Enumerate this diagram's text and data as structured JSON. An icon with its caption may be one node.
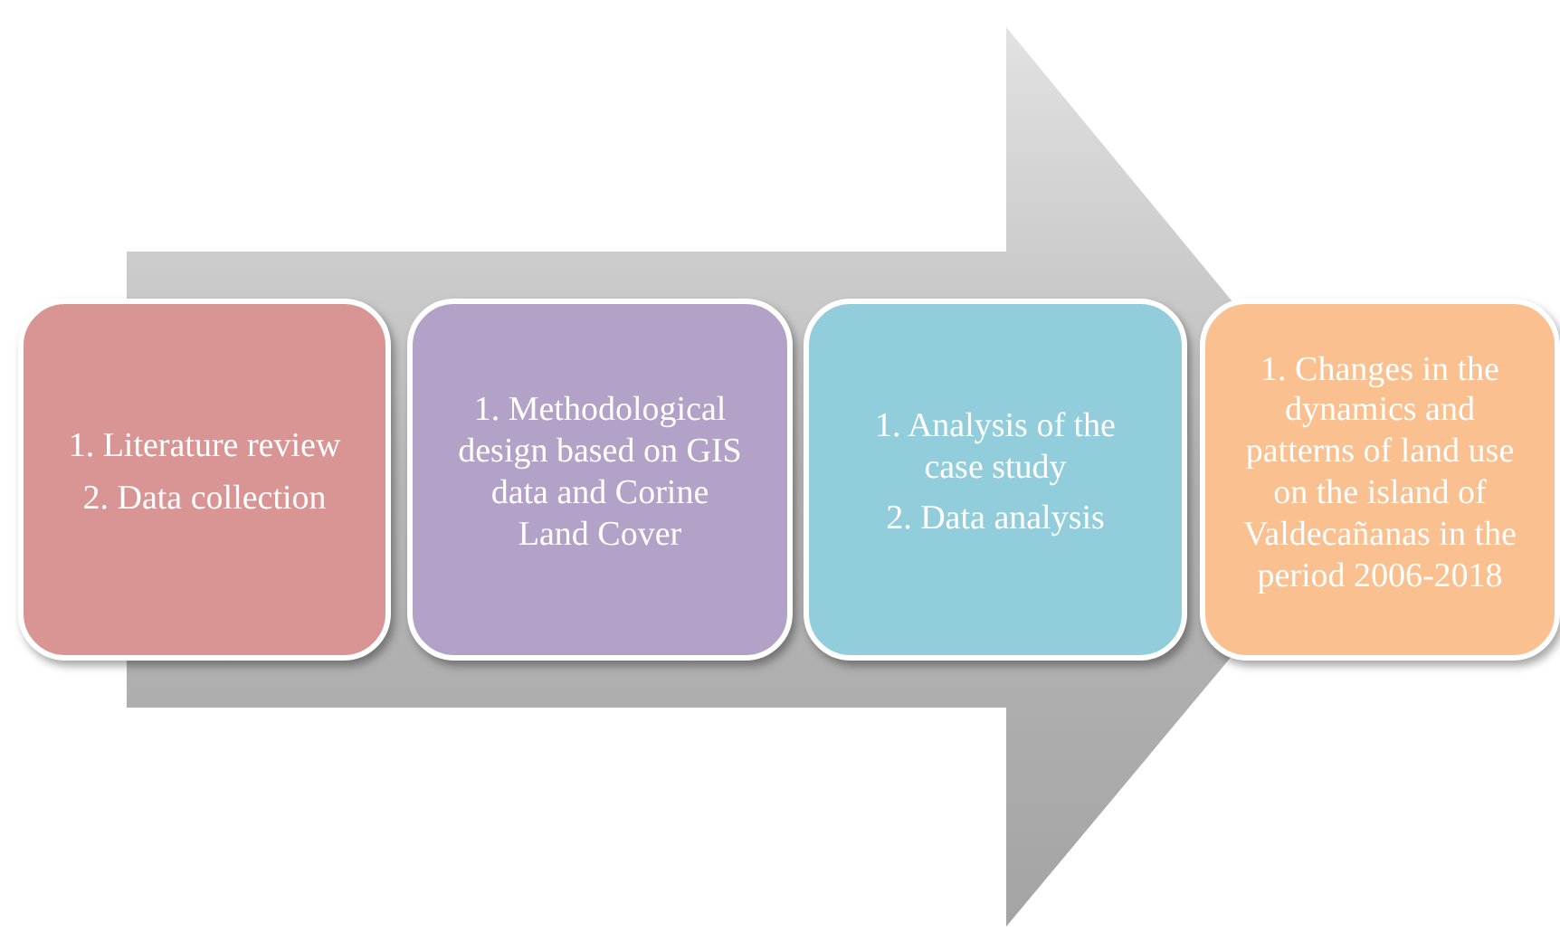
{
  "diagram": {
    "nodes": [
      {
        "text": [
          "1. Literature review",
          "2. Data collection"
        ]
      },
      {
        "text": [
          "1. Methodological design based on GIS data and Corine Land Cover"
        ]
      },
      {
        "text": [
          "1. Analysis of the case study",
          "2. Data analysis"
        ]
      },
      {
        "text": [
          "1. Changes in the dynamics and patterns of land use on the island of Valdecañanas in the period 2006-2018"
        ]
      }
    ],
    "edges": [
      {
        "from": 0,
        "to": 3,
        "arrow": "to",
        "style": "thick"
      }
    ]
  }
}
